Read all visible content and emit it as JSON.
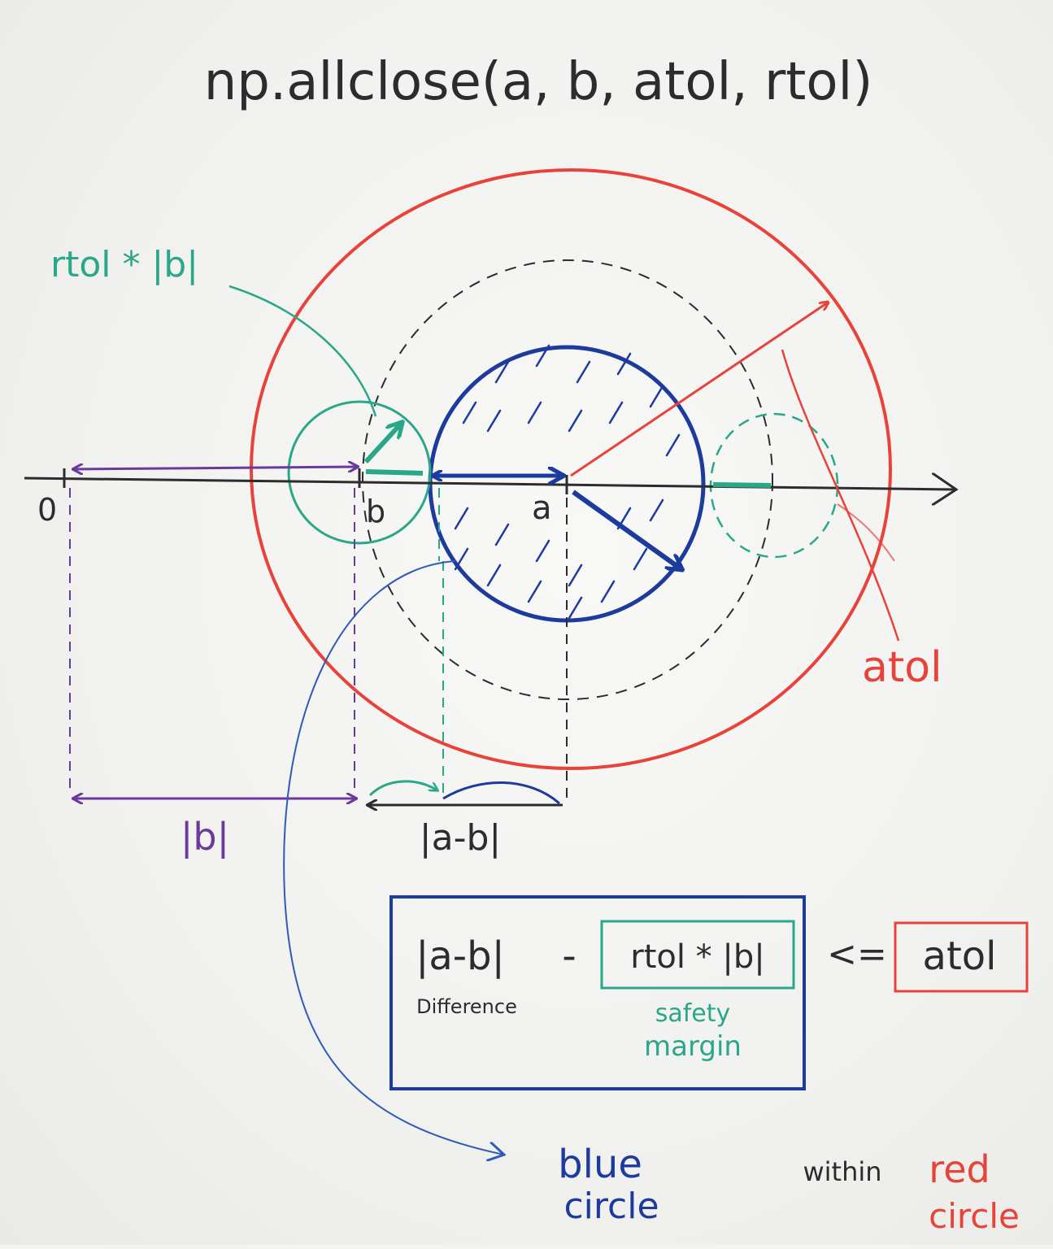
{
  "title": "np.allclose(a, b, atol, rtol)",
  "axis": {
    "origin_label": "0",
    "b_label": "b",
    "a_label": "a"
  },
  "labels": {
    "rtol_b": "rtol * |b|",
    "atol": "atol",
    "abs_b": "|b|",
    "abs_a_minus_b": "|a-b|"
  },
  "formula": {
    "difference_term": "|a-b|",
    "difference_caption": "Difference",
    "minus": "-",
    "margin_term": "rtol * |b|",
    "margin_caption_line1": "safety",
    "margin_caption_line2": "margin",
    "comparator": "<=",
    "atol_term": "atol"
  },
  "conclusion": {
    "blue_line1": "blue",
    "blue_line2": "circle",
    "within": "within",
    "red_line1": "red",
    "red_line2": "circle"
  },
  "colors": {
    "red": "#e8433a",
    "blue": "#1c3b9c",
    "teal": "#2aa789",
    "purple": "#6a3a9a",
    "black": "#2c2c2c"
  }
}
